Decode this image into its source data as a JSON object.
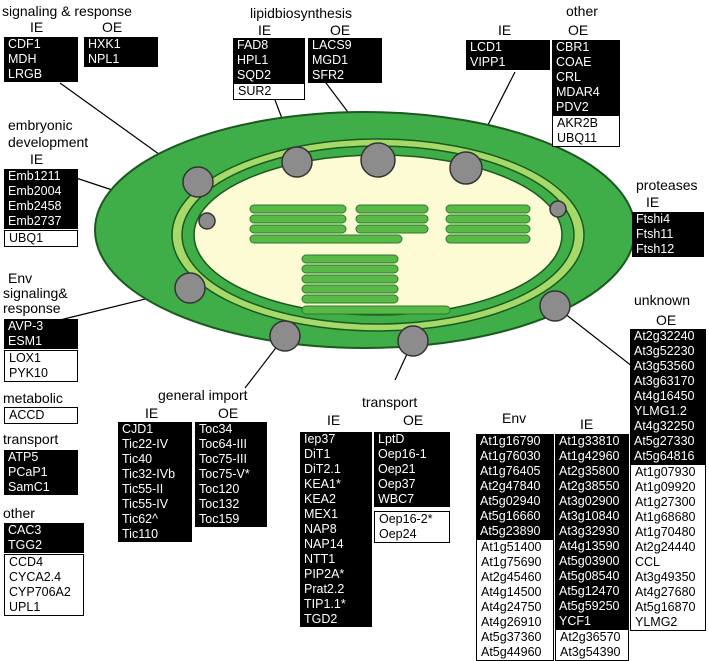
{
  "groups": {
    "signaling_response": {
      "title": "signaling & response",
      "ie_header": "IE",
      "oe_header": "OE",
      "ie": [
        "CDF1",
        "MDH",
        "LRGB"
      ],
      "oe": [
        "HXK1",
        "NPL1"
      ]
    },
    "lipid": {
      "title": "lipidbiosynthesis",
      "ie_header": "IE",
      "oe_header": "OE",
      "ie": [
        "FAD8",
        "HPL1",
        "SQD2"
      ],
      "ie_light": [
        "SUR2"
      ],
      "oe": [
        "LACS9",
        "MGD1",
        "SFR2"
      ]
    },
    "other_top": {
      "title": "other",
      "ie_header": "IE",
      "oe_header": "OE",
      "ie": [
        "LCD1",
        "VIPP1"
      ],
      "oe": [
        "CBR1",
        "COAE",
        "CRL",
        "MDAR4",
        "PDV2"
      ],
      "oe_light": [
        "AKR2B",
        "UBQ11"
      ]
    },
    "embryonic": {
      "title": "embryonic\ndevelopment",
      "ie_header": "IE",
      "ie": [
        "Emb1211",
        "Emb2004",
        "Emb2458",
        "Emb2737"
      ],
      "ie_light": [
        "UBQ1"
      ]
    },
    "proteases": {
      "title": "proteases",
      "ie_header": "IE",
      "ie": [
        "Ftshi4",
        "Ftsh11",
        "Ftsh12"
      ]
    },
    "env_signaling": {
      "title": "Env\nsignaling&\nresponse",
      "items": [
        "AVP-3",
        "ESM1"
      ],
      "items_light": [
        "LOX1",
        "PYK10"
      ]
    },
    "metabolic": {
      "title": "metabolic",
      "items_light": [
        "ACCD"
      ]
    },
    "transport_left": {
      "title": "transport",
      "items": [
        "ATP5",
        "PCaP1",
        "SamC1"
      ]
    },
    "other_left": {
      "title": "other",
      "items": [
        "CAC3",
        "TGG2"
      ],
      "items_light": [
        "CCD4",
        "CYCA2.4",
        "CYP706A2",
        "UPL1"
      ]
    },
    "general_import": {
      "title": "general import",
      "ie_header": "IE",
      "oe_header": "OE",
      "ie": [
        "CJD1",
        "Tic22-IV",
        "Tic40",
        "Tic32-IVb",
        "Tic55-II",
        "Tic55-IV",
        "Tic62^",
        "Tic110"
      ],
      "oe": [
        "Toc34",
        "Toc64-III",
        "Toc75-III",
        "Toc75-V*",
        "Toc120",
        "Toc132",
        "Toc159"
      ]
    },
    "transport": {
      "title": "transport",
      "ie_header": "IE",
      "oe_header": "OE",
      "ie": [
        "Iep37",
        "DiT1",
        "DiT2.1",
        "KEA1*",
        "KEA2",
        "MEX1",
        "NAP8",
        "NAP14",
        "NTT1",
        "PIP2A*",
        "Prat2.2",
        "TIP1.1*",
        "TGD2"
      ],
      "oe": [
        "LptD",
        "Oep16-1",
        "Oep21",
        "Oep37",
        "WBC7"
      ],
      "oe_light": [
        "Oep16-2*",
        "Oep24"
      ]
    },
    "unknown": {
      "title": "unknown",
      "env_header": "Env",
      "ie_header": "IE",
      "oe_header": "OE",
      "env": [
        "At1g16790",
        "At1g76030",
        "At1g76405",
        "At2g47840",
        "At5g02940",
        "At5g16660",
        "At5g23890"
      ],
      "env_light": [
        "At1g51400",
        "At1g75690",
        "At2g45460",
        "At4g14500",
        "At4g24750",
        "At4g26910",
        "At5g37360",
        "At5g44960"
      ],
      "ie": [
        "At1g33810",
        "At1g42960",
        "At2g35800",
        "At2g38550",
        "At3g02900",
        "At3g10840",
        "At3g32930",
        "At4g13590",
        "At5g03900",
        "At5g08540",
        "At5g12470",
        "At5g59250",
        "YCF1"
      ],
      "ie_light": [
        "At2g36570",
        "At3g54390"
      ],
      "oe": [
        "At2g32240",
        "At3g52230",
        "At3g53560",
        "At3g63170",
        "At4g16450",
        "YLMG1.2",
        "At4g32250",
        "At5g27330",
        "At5g64816"
      ],
      "oe_light": [
        "At1g07930",
        "At1g09920",
        "At1g27300",
        "At1g68680",
        "At1g70480",
        "At2g24440",
        "CCL",
        "At3g49350",
        "At4g27680",
        "At5g16870",
        "YLMG2"
      ]
    }
  },
  "colors": {
    "outer_envelope": "#3fae49",
    "inner_envelope": "#7dc242",
    "stroma": "#fdfbd4",
    "thylakoid": "#58b947",
    "protein_dot": "#8c8c8c",
    "box_dark": "#000000",
    "box_light": "#ffffff"
  }
}
